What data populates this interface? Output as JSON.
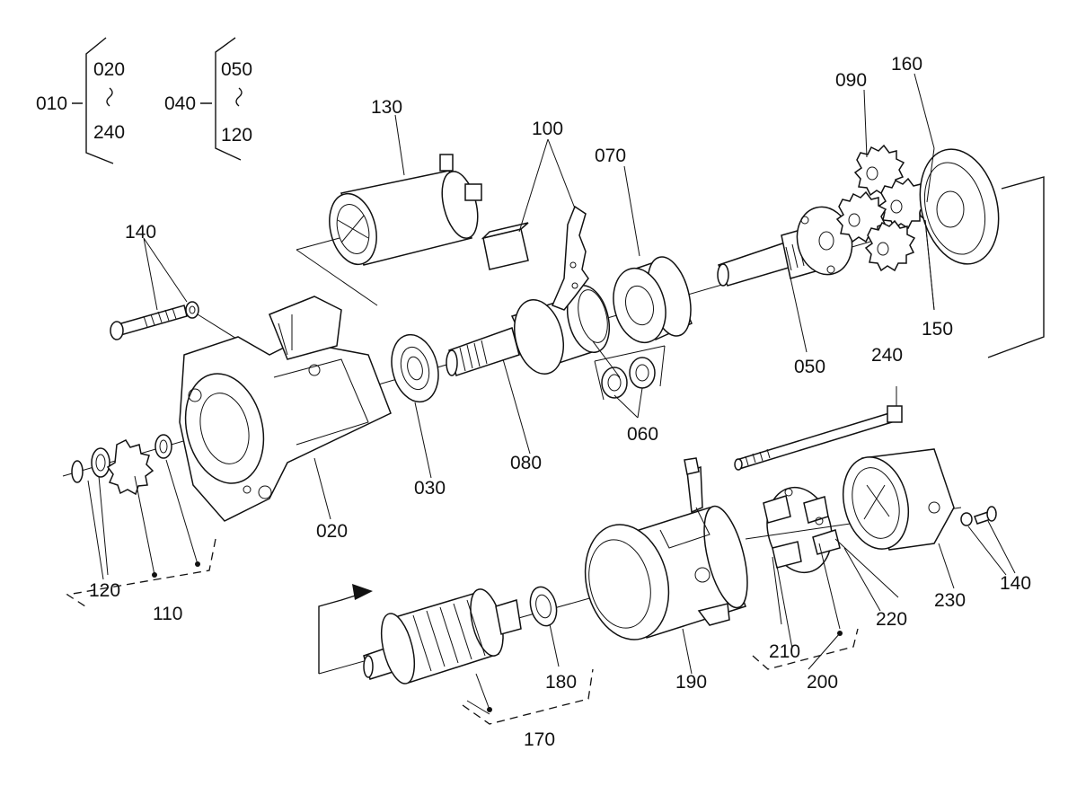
{
  "diagram": {
    "groups": {
      "g010": {
        "label": "010",
        "from": "020",
        "to": "240"
      },
      "g040": {
        "label": "040",
        "from": "050",
        "to": "120"
      }
    },
    "labels": {
      "p020": "020",
      "p030": "030",
      "p050": "050",
      "p060": "060",
      "p070": "070",
      "p080": "080",
      "p090": "090",
      "p100": "100",
      "p110": "110",
      "p120": "120",
      "p130": "130",
      "p140a": "140",
      "p140b": "140",
      "p150": "150",
      "p160": "160",
      "p170": "170",
      "p180": "180",
      "p190": "190",
      "p200": "200",
      "p210": "210",
      "p220": "220",
      "p230": "230",
      "p240": "240"
    }
  }
}
